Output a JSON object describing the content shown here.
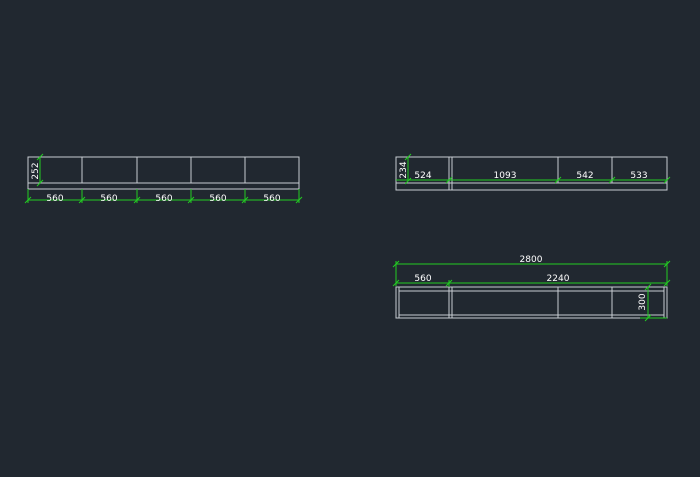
{
  "drawing": {
    "background": "#212830",
    "line_color": "#c8cdd2",
    "dim_color": "#22cc22",
    "text_color": "#ffffff"
  },
  "view_left": {
    "height_dim": "252",
    "width_dims": [
      "560",
      "560",
      "560",
      "560",
      "560"
    ]
  },
  "view_right_top": {
    "height_dim": "234",
    "width_dims": [
      "524",
      "1093",
      "542",
      "533"
    ]
  },
  "view_right_bottom": {
    "overall_dim": "2800",
    "section_dims": [
      "560",
      "2240"
    ],
    "height_dim": "300"
  }
}
